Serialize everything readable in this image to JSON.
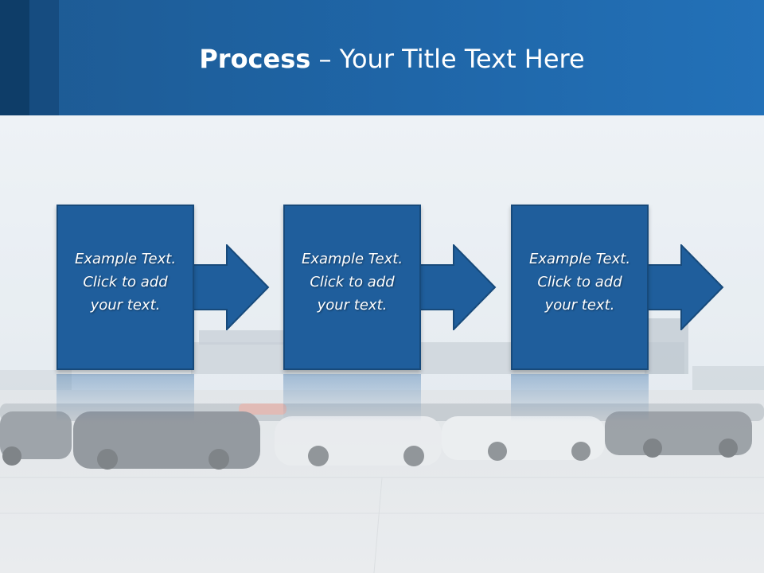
{
  "slide": {
    "title_bold": "Process",
    "title_rest": " – Your Title Text Here"
  },
  "steps": [
    {
      "line1": "Example Text.",
      "line2": "Click  to add",
      "line3": "your text."
    },
    {
      "line1": "Example Text.",
      "line2": "Click  to add",
      "line3": "your text."
    },
    {
      "line1": "Example Text.",
      "line2": "Click  to add",
      "line3": "your text."
    }
  ],
  "colors": {
    "header": "#1f66a8",
    "box_fill": "#1f5e9c",
    "box_border": "#174a7b",
    "text": "#ffffff"
  }
}
